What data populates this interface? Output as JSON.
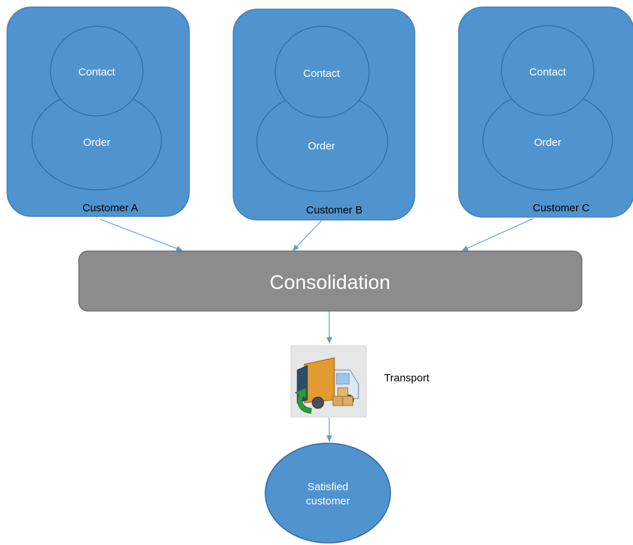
{
  "customers": [
    {
      "contact_label": "Contact",
      "order_label": "Order",
      "name": "Customer A"
    },
    {
      "contact_label": "Contact",
      "order_label": "Order",
      "name": "Customer B"
    },
    {
      "contact_label": "Contact",
      "order_label": "Order",
      "name": "Customer C"
    }
  ],
  "consolidation": {
    "label": "Consolidation"
  },
  "transport": {
    "label": "Transport",
    "icon": "delivery-truck-icon"
  },
  "result": {
    "line1": "Satisfied",
    "line2": "customer"
  },
  "colors": {
    "customer_fill": "#4f93cf",
    "customer_stroke": "#3e7fbd",
    "inner_stroke": "#2f6aa3",
    "consolidation_fill": "#8c8c8c",
    "consolidation_stroke": "#6e6e6e",
    "arrow": "#5b9bd5",
    "result_fill": "#4f93cf",
    "result_stroke": "#2f6aa3"
  }
}
